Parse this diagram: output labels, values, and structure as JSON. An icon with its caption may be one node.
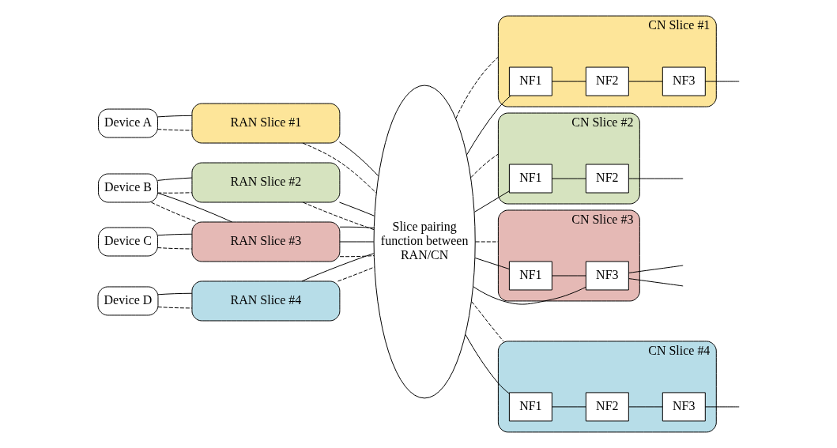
{
  "diagram": {
    "nodes": [
      {
        "text": [
          "Device A"
        ]
      },
      {
        "text": [
          "Device B"
        ]
      },
      {
        "text": [
          "Device C"
        ]
      },
      {
        "text": [
          "Device D"
        ]
      },
      {
        "text": [
          "RAN Slice #1"
        ]
      },
      {
        "text": [
          "RAN Slice #2"
        ]
      },
      {
        "text": [
          "RAN Slice #3"
        ]
      },
      {
        "text": [
          "RAN Slice #4"
        ]
      },
      {
        "text": [
          "Slice pairing function between RAN/CN"
        ]
      },
      {
        "text": [
          "CN Slice #1"
        ]
      },
      {
        "text": [
          "NF1"
        ],
        "in": 9
      },
      {
        "text": [
          "NF2"
        ],
        "in": 9
      },
      {
        "text": [
          "NF3"
        ],
        "in": 9
      },
      {
        "text": [
          "CN Slice #2"
        ]
      },
      {
        "text": [
          "NF1"
        ],
        "in": 13
      },
      {
        "text": [
          "NF2"
        ],
        "in": 13
      },
      {
        "text": [
          "CN Slice #3"
        ]
      },
      {
        "text": [
          "NF1"
        ],
        "in": 16
      },
      {
        "text": [
          "NF3"
        ],
        "in": 16
      },
      {
        "text": [
          "CN Slice #4"
        ]
      },
      {
        "text": [
          "NF1"
        ],
        "in": 19
      },
      {
        "text": [
          "NF2"
        ],
        "in": 19
      },
      {
        "text": [
          "NF3"
        ],
        "in": 19
      }
    ],
    "edges": [
      {
        "from": 0,
        "to": 4,
        "arrow": "none",
        "style": "dashed"
      },
      {
        "from": 1,
        "to": 5,
        "arrow": "none",
        "style": "dashed"
      },
      {
        "from": 1,
        "to": 6,
        "arrow": "none",
        "style": "dashed"
      },
      {
        "from": 2,
        "to": 6,
        "arrow": "none",
        "style": "dashed"
      },
      {
        "from": 3,
        "to": 7,
        "arrow": "none",
        "style": "dashed"
      },
      {
        "from": 4,
        "to": 8,
        "arrow": "none",
        "style": "dashed"
      },
      {
        "from": 5,
        "to": 8,
        "arrow": "none",
        "style": "dashed"
      },
      {
        "from": 6,
        "to": 8,
        "arrow": "none",
        "style": "dashed"
      },
      {
        "from": 7,
        "to": 8,
        "arrow": "none",
        "style": "dashed"
      },
      {
        "from": 8,
        "to": 9,
        "arrow": "none",
        "style": "dashed"
      },
      {
        "from": 8,
        "to": 13,
        "arrow": "none",
        "style": "dashed"
      },
      {
        "from": 8,
        "to": 16,
        "arrow": "none",
        "style": "dashed"
      },
      {
        "from": 8,
        "to": 19,
        "arrow": "none",
        "style": "dashed"
      },
      {
        "from": 0,
        "to": 4,
        "arrow": "none"
      },
      {
        "from": 4,
        "to": 8,
        "arrow": "none"
      },
      {
        "from": 8,
        "to": 10,
        "arrow": "none"
      },
      {
        "from": 10,
        "to": 11,
        "arrow": "none"
      },
      {
        "from": 11,
        "to": 12,
        "arrow": "none"
      },
      {
        "from": 12,
        "to": null,
        "arrow": "none"
      },
      {
        "from": 1,
        "to": 5,
        "arrow": "none"
      },
      {
        "from": 5,
        "to": 8,
        "arrow": "none"
      },
      {
        "from": 8,
        "to": 14,
        "arrow": "none"
      },
      {
        "from": 14,
        "to": 15,
        "arrow": "none"
      },
      {
        "from": 15,
        "to": null,
        "arrow": "none"
      },
      {
        "from": 1,
        "to": 6,
        "arrow": "none"
      },
      {
        "from": 6,
        "to": 8,
        "arrow": "none"
      },
      {
        "from": 8,
        "to": 18,
        "arrow": "none"
      },
      {
        "from": 18,
        "to": null,
        "arrow": "none"
      },
      {
        "from": 2,
        "to": 6,
        "arrow": "none"
      },
      {
        "from": 6,
        "to": 8,
        "arrow": "none"
      },
      {
        "from": 8,
        "to": 17,
        "arrow": "none"
      },
      {
        "from": 17,
        "to": 18,
        "arrow": "none"
      },
      {
        "from": 18,
        "to": null,
        "arrow": "none"
      },
      {
        "from": 3,
        "to": 7,
        "arrow": "none"
      },
      {
        "from": 7,
        "to": 8,
        "arrow": "none"
      },
      {
        "from": 8,
        "to": 20,
        "arrow": "none"
      },
      {
        "from": 20,
        "to": 21,
        "arrow": "none"
      },
      {
        "from": 21,
        "to": 22,
        "arrow": "none"
      },
      {
        "from": 22,
        "to": null,
        "arrow": "none"
      }
    ]
  }
}
